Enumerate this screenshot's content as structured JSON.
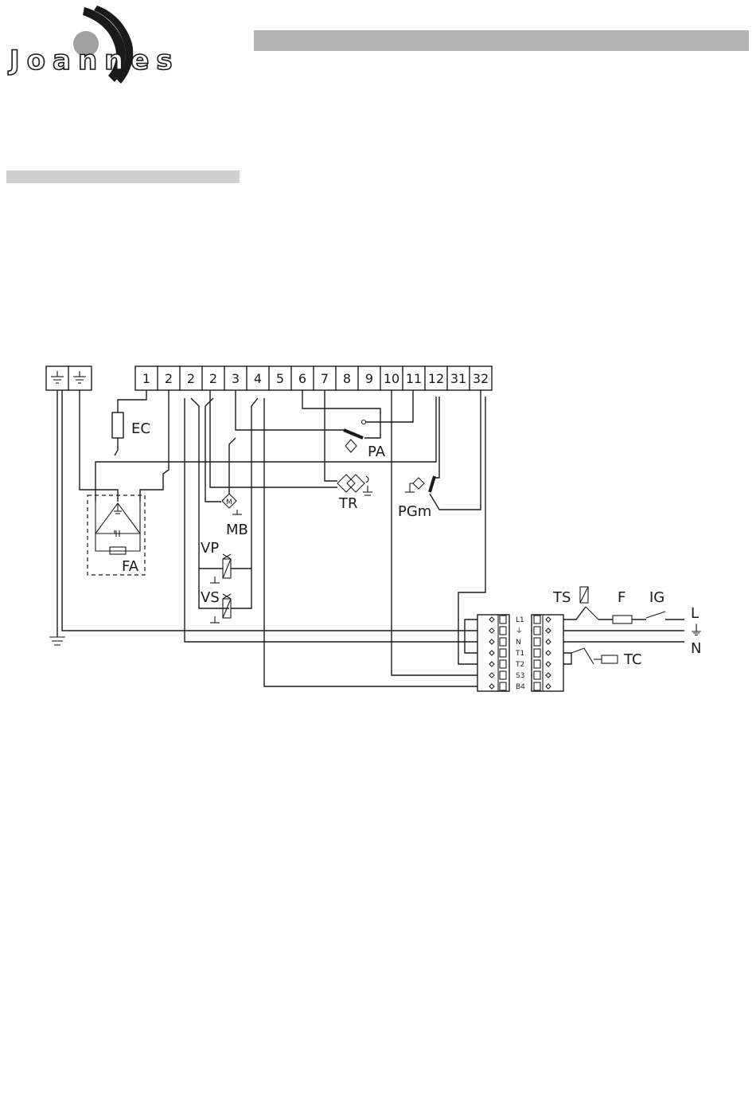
{
  "logo": {
    "text": "Joannes",
    "icon": "joannes-logo"
  },
  "terminal_strip": {
    "earth_icons": [
      "earth-icon",
      "earth-icon"
    ],
    "terminals": [
      "1",
      "2",
      "2",
      "2",
      "3",
      "4",
      "5",
      "6",
      "7",
      "8",
      "9",
      "10",
      "11",
      "12",
      "31",
      "32"
    ]
  },
  "components": {
    "ec": "EC",
    "pa": "PA",
    "tr": "TR",
    "pgm": "PGm",
    "mb": "MB",
    "vp": "VP",
    "vs": "VS",
    "fa": "FA",
    "ts": "TS",
    "f": "F",
    "ig": "IG",
    "tc": "TC",
    "motor": "M"
  },
  "connector_pins": [
    "L1",
    "⏚",
    "N",
    "T1",
    "T2",
    "S3",
    "B4"
  ],
  "supply_lines": {
    "l": "L",
    "earth": "⏚",
    "n": "N"
  }
}
